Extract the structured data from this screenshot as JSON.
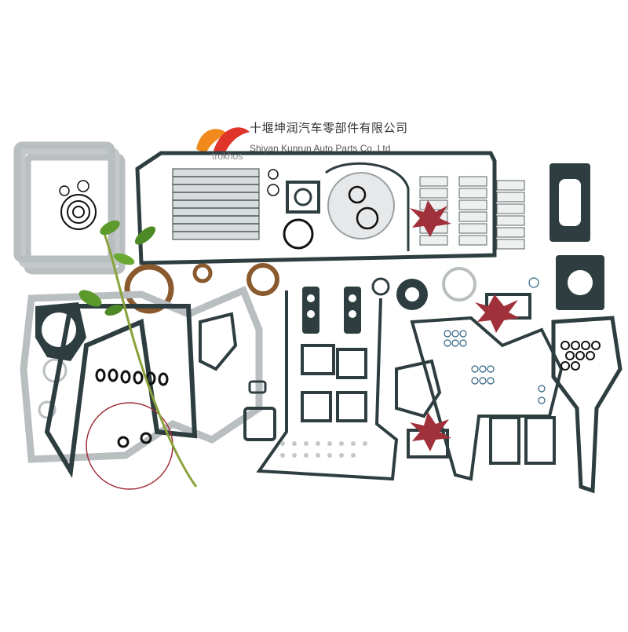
{
  "watermark": {
    "company_cn": "十堰坤润汽车零部件有限公司",
    "company_en": "Shiyan Kunrun Auto Parts Co.,Ltd",
    "brand": "trokhos"
  },
  "colors": {
    "gasket_dark": "#2e3e40",
    "gasket_gray": "#b9bec0",
    "gasket_light": "#d9dcdd",
    "oring": "#111111",
    "seal_brown": "#8a5a2e",
    "leaf_green": "#5c9a2c",
    "flower_red": "#a0303a",
    "logo_orange": "#f08a1c",
    "logo_red": "#e0332a"
  }
}
